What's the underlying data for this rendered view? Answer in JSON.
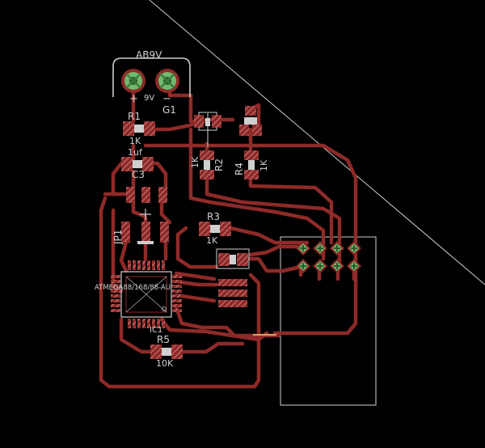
{
  "labels": {
    "batt_connector": "AB9V",
    "batt_plus": "+",
    "batt_9v": "9V",
    "batt_minus": "−",
    "g1": "G1",
    "r1_name": "R1",
    "r1_value": "1K",
    "c3_value": "1uf",
    "c3_name": "C3",
    "r2_value": "1K",
    "r2_name": "R2",
    "r4_name": "R4",
    "r4_value": "1K",
    "r3_name": "R3",
    "r3_value": "1K",
    "jp1": "JP1",
    "mcu": "ATMEGA88/168/88-AU",
    "ic1": "IC1",
    "r5_name": "R5",
    "r5_value": "10K",
    "pot_plus": "+"
  },
  "colors": {
    "background": "#000000",
    "copper": "#8e2a28",
    "silkscreen": "#cfcfcf",
    "thru_pad": "#6fba6f"
  }
}
